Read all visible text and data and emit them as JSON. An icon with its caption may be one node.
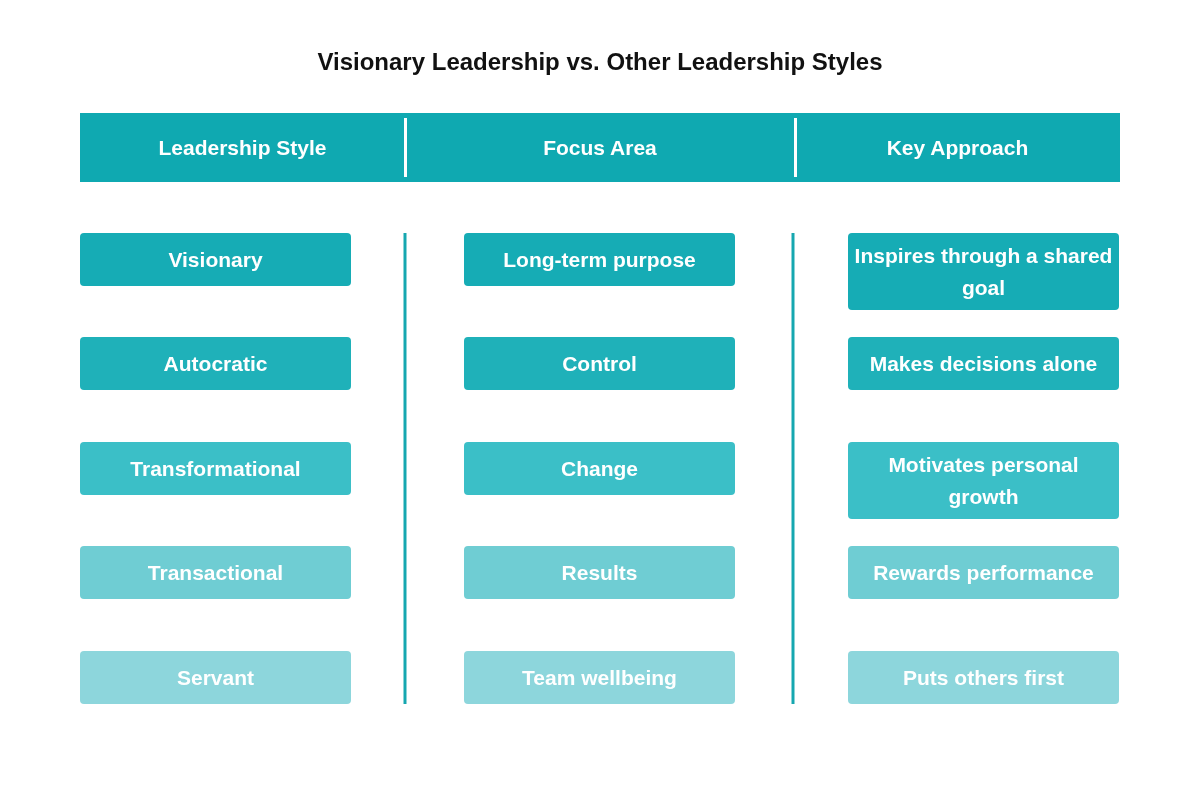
{
  "diagram": {
    "title": "Visionary Leadership vs. Other Leadership Styles",
    "nodes": [
      {
        "text": [
          "Leadership Style",
          "Focus Area",
          "Key Approach"
        ]
      },
      {
        "text": [
          "Visionary"
        ]
      },
      {
        "text": [
          "Long-term purpose"
        ]
      },
      {
        "text": [
          "Inspires through a shared goal"
        ]
      },
      {
        "text": [
          "Autocratic"
        ]
      },
      {
        "text": [
          "Control"
        ]
      },
      {
        "text": [
          "Makes decisions alone"
        ]
      },
      {
        "text": [
          "Transformational"
        ]
      },
      {
        "text": [
          "Change"
        ]
      },
      {
        "text": [
          "Motivates personal growth"
        ]
      },
      {
        "text": [
          "Transactional"
        ]
      },
      {
        "text": [
          "Results"
        ]
      },
      {
        "text": [
          "Rewards performance"
        ]
      },
      {
        "text": [
          "Servant"
        ]
      },
      {
        "text": [
          "Team wellbeing"
        ]
      },
      {
        "text": [
          "Puts others first"
        ]
      }
    ]
  }
}
